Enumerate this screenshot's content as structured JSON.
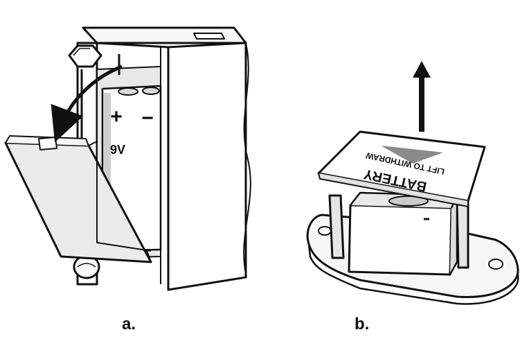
{
  "panels": [
    {
      "label": "a.",
      "battery": {
        "plus": "+",
        "minus": "−",
        "voltage": "9V"
      }
    },
    {
      "label": "b.",
      "tab": {
        "title": "BATTERY",
        "subtitle": "LIFT TO WITHDRAW"
      }
    }
  ],
  "colors": {
    "stroke": "#111111",
    "fill_light": "#f2f2f2",
    "fill_mid": "#d9d9d9",
    "fill_dark": "#9a9a9a"
  },
  "icons": [
    "arrow-curved-down-icon",
    "arrow-up-icon"
  ]
}
